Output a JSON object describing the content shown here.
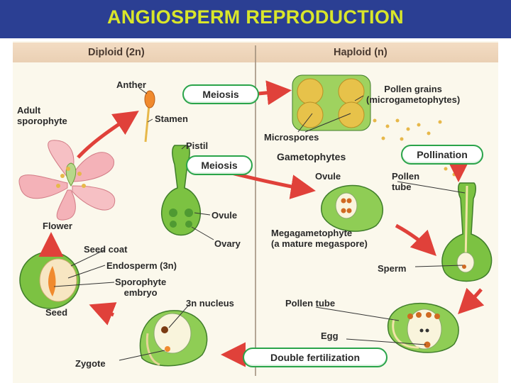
{
  "title": "ANGIOSPERM REPRODUCTION",
  "columns": {
    "diploid": "Diploid (2n)",
    "haploid": "Haploid (n)"
  },
  "steps": {
    "meiosis_anther": "Meiosis",
    "meiosis_pistil": "Meiosis",
    "pollination": "Pollination",
    "double_fertilization": "Double fertilization"
  },
  "labels": {
    "anther": "Anther",
    "adult_sporophyte": "Adult\nsporophyte",
    "stamen": "Stamen",
    "pistil": "Pistil",
    "flower": "Flower",
    "ovule_left": "Ovule",
    "ovary": "Ovary",
    "seed_coat": "Seed coat",
    "endosperm": "Endosperm (3n)",
    "sporophyte_embryo": "Sporophyte\nembryo",
    "seed": "Seed",
    "three_n_nucleus": "3n nucleus",
    "zygote": "Zygote",
    "pollen_grains": "Pollen grains\n(microgametophytes)",
    "microspores": "Microspores",
    "gametophytes": "Gametophytes",
    "ovule_right": "Ovule",
    "pollen_tube_top": "Pollen\ntube",
    "megagametophyte": "Megagametophyte\n(a mature megaspore)",
    "sperm": "Sperm",
    "pollen_tube_bottom": "Pollen tube",
    "egg": "Egg"
  },
  "colors": {
    "title_bar": "#2b3f93",
    "title_text": "#d9e62a",
    "pill_border": "#2aa44a",
    "arrow": "#e0413a",
    "plant_green": "#7cc242",
    "pollen": "#e7b84a",
    "petal": "#f4b2b8"
  }
}
